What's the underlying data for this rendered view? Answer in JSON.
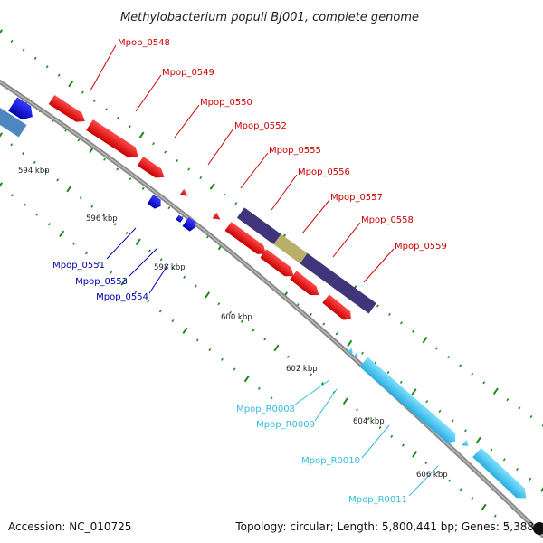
{
  "title": "Methylobacterium populi BJ001, complete genome",
  "footer": {
    "accession": "Accession: NC_010725",
    "summary": "Topology: circular; Length: 5,800,441 bp; Genes: 5,388"
  },
  "colors": {
    "forward_gene": "#ee0000",
    "reverse_gene": "#0000dd",
    "rna": "#44ccf0",
    "operon": "#40357a",
    "operon_highlight": "#b8b068",
    "label_forward": "#cc0000",
    "label_reverse": "#0000aa",
    "label_rna": "#33bbdd",
    "tick": "#1a8a1a"
  },
  "scale_labels": [
    "594 kbp",
    "596 kbp",
    "598 kbp",
    "600 kbp",
    "602 kbp",
    "604 kbp",
    "606 kbp"
  ],
  "forward_labels": [
    "Mpop_0548",
    "Mpop_0549",
    "Mpop_0550",
    "Mpop_0552",
    "Mpop_0555",
    "Mpop_0556",
    "Mpop_0557",
    "Mpop_0558",
    "Mpop_0559"
  ],
  "reverse_labels": [
    "Mpop_0551",
    "Mpop_0553",
    "Mpop_0554"
  ],
  "rna_labels": [
    "Mpop_R0008",
    "Mpop_R0009",
    "Mpop_R0010",
    "Mpop_R0011"
  ]
}
